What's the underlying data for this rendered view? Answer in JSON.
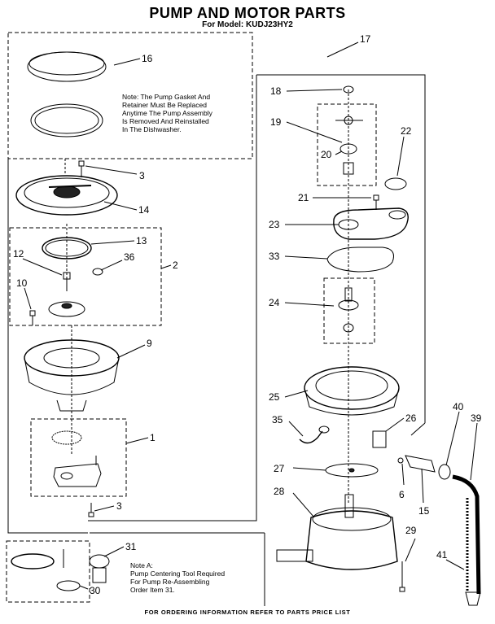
{
  "header": {
    "title": "PUMP AND MOTOR PARTS",
    "subtitle": "For Model: KUDJ23HY2"
  },
  "notes": {
    "pump_gasket": [
      "Note: The Pump Gasket   And",
      "Retainer Must Be Replaced",
      "Anytime The Pump Assembly",
      "Is  Removed And Reinstalled",
      "In The Dishwasher."
    ],
    "note_a": [
      "Note A:",
      "Pump Centering Tool Required",
      "For Pump Re-Assembling",
      "Order Item 31."
    ]
  },
  "footer": {
    "text": "FOR ORDERING INFORMATION REFER TO PARTS PRICE LIST"
  },
  "callouts": {
    "c1": "1",
    "c2": "2",
    "c3a": "3",
    "c3b": "3",
    "c6": "6",
    "c9": "9",
    "c10": "10",
    "c12": "12",
    "c13": "13",
    "c14": "14",
    "c15": "15",
    "c16": "16",
    "c17": "17",
    "c18": "18",
    "c19": "19",
    "c20": "20",
    "c21": "21",
    "c22": "22",
    "c23": "23",
    "c24": "24",
    "c25": "25",
    "c26": "26",
    "c27": "27",
    "c28": "28",
    "c29": "29",
    "c30": "30",
    "c31": "31",
    "c33": "33",
    "c35": "35",
    "c36": "36",
    "c39": "39",
    "c40": "40",
    "c41": "41"
  }
}
